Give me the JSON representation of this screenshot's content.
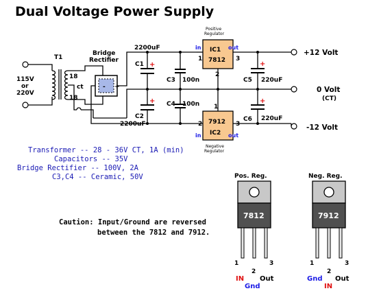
{
  "title": "Dual Voltage Power Supply",
  "input": {
    "voltage1": "115V",
    "or": "or",
    "voltage2": "220V"
  },
  "transformer": {
    "name": "T1",
    "tap_top": "18",
    "tap_ct": "ct",
    "tap_bottom": "18"
  },
  "bridge": {
    "line1": "Bridge",
    "line2": "Rectifier"
  },
  "caps": {
    "c1": "C1",
    "c1_value": "2200uF",
    "c2": "C2",
    "c2_value": "2200uF",
    "c3": "C3",
    "c3_value": "100n",
    "c4": "C4",
    "c4_value": "100n",
    "c5": "C5",
    "c5_value": "220uF",
    "c6": "C6",
    "c6_value": "220uF",
    "plus": "+"
  },
  "ic1": {
    "top_label1": "Positive",
    "top_label2": "Regulator",
    "name": "IC1",
    "part": "7812",
    "in": "in",
    "out": "out",
    "pin1": "1",
    "pin2": "2",
    "pin3": "3"
  },
  "ic2": {
    "bottom_label1": "Negative",
    "bottom_label2": "Regulator",
    "name": "IC2",
    "part": "7912",
    "in": "in",
    "out": "out",
    "pin1": "1",
    "pin2": "2",
    "pin3": "3"
  },
  "outputs": {
    "pos": "+12 Volt",
    "zero": "0 Volt",
    "ct": "(CT)",
    "neg": "-12 Volt"
  },
  "specs": [
    "Transformer -- 28 - 36V CT, 1A (min)",
    "Capacitors -- 35V",
    "Bridge Rectifier -- 100V, 2A",
    "C3,C4 -- Ceramic, 50V"
  ],
  "caution": [
    "Caution: Input/Ground  are reversed",
    "between the 7812 and 7912."
  ],
  "pos_reg": {
    "title": "Pos. Reg.",
    "part": "7812",
    "pin1": "1",
    "pin2": "2",
    "pin3": "3",
    "l1": "IN",
    "l2": "Gnd",
    "l3": "Out"
  },
  "neg_reg": {
    "title": "Neg. Reg.",
    "part": "7912",
    "pin1": "1",
    "pin2": "2",
    "pin3": "3",
    "l1": "Gnd",
    "l2": "IN",
    "l3": "Out"
  },
  "colors": {
    "accent_red": "#e01010",
    "accent_blue": "#1a1ae6",
    "ic_fill": "#f8c890",
    "spec_text": "#1a1ab4"
  }
}
